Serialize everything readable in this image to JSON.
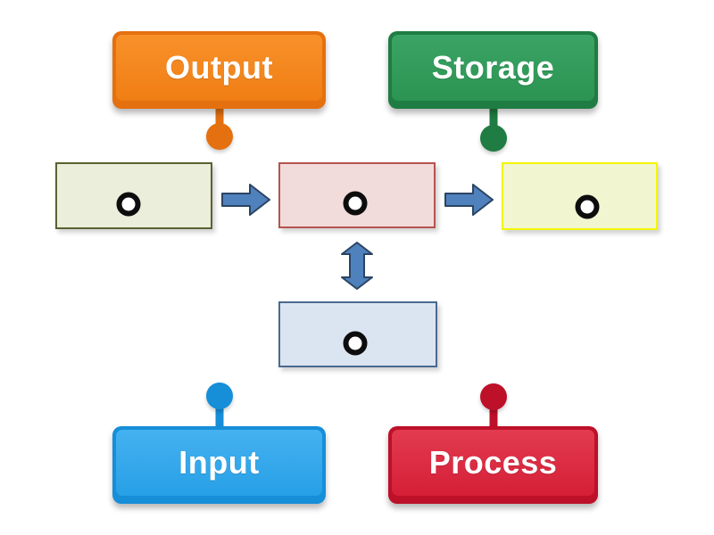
{
  "activity": {
    "kind": "labelled-diagram",
    "background_color": "#FFFFFF"
  },
  "labels": [
    {
      "id": "output",
      "text": "Output",
      "color": "#F0821E",
      "color_dark": "#E4700F",
      "text_color": "#FFFFFF",
      "pin_direction": "down",
      "position": "top-left"
    },
    {
      "id": "storage",
      "text": "Storage",
      "color": "#2B9452",
      "color_dark": "#1F7C42",
      "text_color": "#FFFFFF",
      "pin_direction": "down",
      "position": "top-right"
    },
    {
      "id": "input",
      "text": "Input",
      "color": "#27A0E6",
      "color_dark": "#168ED8",
      "text_color": "#FFFFFF",
      "pin_direction": "up",
      "position": "bottom-left"
    },
    {
      "id": "process",
      "text": "Process",
      "color": "#D51F37",
      "color_dark": "#BD1029",
      "text_color": "#FFFFFF",
      "pin_direction": "up",
      "position": "bottom-right"
    }
  ],
  "diagram": {
    "boxes": [
      {
        "id": "left-box",
        "fill": "#EAEEDB",
        "border": "#5A6132",
        "marker": "ring"
      },
      {
        "id": "center-box",
        "fill": "#F2DCDB",
        "border": "#B5534F",
        "marker": "ring"
      },
      {
        "id": "right-box",
        "fill": "#F1F5D0",
        "border": "#F2F600",
        "marker": "ring"
      },
      {
        "id": "bottom-box",
        "fill": "#DBE5F1",
        "border": "#4A6990",
        "marker": "ring"
      }
    ],
    "arrows": [
      {
        "id": "left-to-center",
        "type": "single",
        "direction": "right",
        "fill": "#4F81BD",
        "stroke": "#2B4462"
      },
      {
        "id": "center-to-right",
        "type": "single",
        "direction": "right",
        "fill": "#4F81BD",
        "stroke": "#2B4462"
      },
      {
        "id": "center-to-bottom",
        "type": "double",
        "direction": "vertical",
        "fill": "#4F81BD",
        "stroke": "#2B4462"
      }
    ],
    "marker_style": {
      "ring_color": "#0D0D0D",
      "center_color": "#FFFFFF"
    }
  }
}
